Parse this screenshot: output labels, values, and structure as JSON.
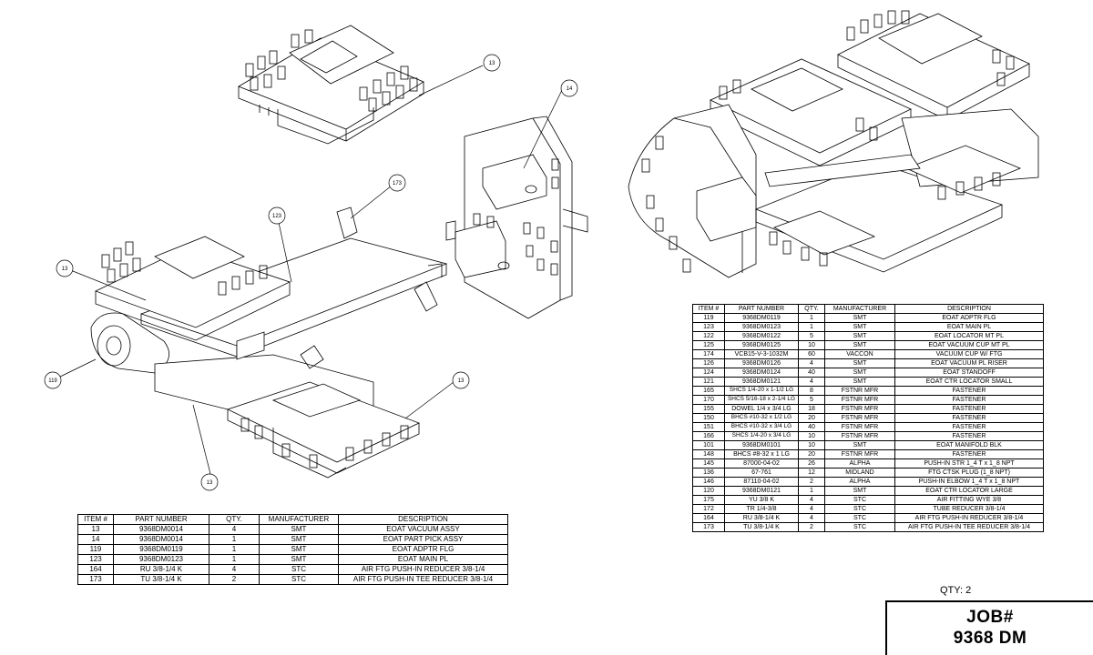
{
  "balloons": [
    "13",
    "14",
    "173",
    "123",
    "13",
    "119",
    "13",
    "13"
  ],
  "left_bom": {
    "headers": [
      "ITEM #",
      "PART NUMBER",
      "QTY.",
      "MANUFACTURER",
      "DESCRIPTION"
    ],
    "rows": [
      [
        "13",
        "9368DM0014",
        "4",
        "SMT",
        "EOAT VACUUM ASSY"
      ],
      [
        "14",
        "9368DM0014",
        "1",
        "SMT",
        "EOAT PART PICK ASSY"
      ],
      [
        "119",
        "9368DM0119",
        "1",
        "SMT",
        "EOAT ADPTR FLG"
      ],
      [
        "123",
        "9368DM0123",
        "1",
        "SMT",
        "EOAT MAIN PL"
      ],
      [
        "164",
        "RU 3/8-1/4 K",
        "4",
        "STC",
        "AIR FTG PUSH-IN REDUCER 3/8-1/4"
      ],
      [
        "173",
        "TU 3/8-1/4 K",
        "2",
        "STC",
        "AIR FTG PUSH-IN TEE REDUCER 3/8-1/4"
      ]
    ]
  },
  "right_bom": {
    "headers": [
      "ITEM #",
      "PART NUMBER",
      "QTY.",
      "MANUFACTURER",
      "DESCRIPTION"
    ],
    "rows": [
      [
        "119",
        "9368DM0119",
        "1",
        "SMT",
        "EOAT ADPTR FLG"
      ],
      [
        "123",
        "9368DM0123",
        "1",
        "SMT",
        "EOAT MAIN PL"
      ],
      [
        "122",
        "9368DM0122",
        "5",
        "SMT",
        "EOAT LOCATOR MT PL"
      ],
      [
        "125",
        "9368DM0125",
        "10",
        "SMT",
        "EOAT VACUUM CUP MT PL"
      ],
      [
        "174",
        "VCB15-V-3-1032M",
        "60",
        "VACCON",
        "VACUUM CUP W/ FTG"
      ],
      [
        "126",
        "9368DM0126",
        "4",
        "SMT",
        "EOAT VACUUM PL RISER"
      ],
      [
        "124",
        "9368DM0124",
        "40",
        "SMT",
        "EOAT STANDOFF"
      ],
      [
        "121",
        "9368DM0121",
        "4",
        "SMT",
        "EOAT CTR LOCATOR SMALL"
      ],
      [
        "165",
        "SHCS 1/4-20 x 1-1/2 LG",
        "8",
        "FSTNR MFR",
        "FASTENER"
      ],
      [
        "170",
        "SHCS 5/16-18 x 2-1/4 LG",
        "5",
        "FSTNR MFR",
        "FASTENER"
      ],
      [
        "155",
        "DOWEL 1/4 x 3/4 LG",
        "18",
        "FSTNR MFR",
        "FASTENER"
      ],
      [
        "150",
        "BHCS #10-32 x 1/2 LG",
        "20",
        "FSTNR MFR",
        "FASTENER"
      ],
      [
        "151",
        "BHCS #10-32 x 3/4 LG",
        "40",
        "FSTNR MFR",
        "FASTENER"
      ],
      [
        "166",
        "SHCS 1/4-20 x 3/4 LG",
        "10",
        "FSTNR MFR",
        "FASTENER"
      ],
      [
        "101",
        "9368DM0101",
        "10",
        "SMT",
        "EOAT MANIFOLD BLK"
      ],
      [
        "148",
        "BHCS #8-32 x 1 LG",
        "20",
        "FSTNR MFR",
        "FASTENER"
      ],
      [
        "145",
        "87000-04-02",
        "26",
        "ALPHA",
        "PUSH-IN STR 1_4 T x 1_8 NPT"
      ],
      [
        "136",
        "67-761",
        "12",
        "MIDLAND",
        "FTG CTSK PLUG (1_8 NPT)"
      ],
      [
        "146",
        "87110-04-02",
        "2",
        "ALPHA",
        "PUSH-IN ELBOW 1_4 T x 1_8 NPT"
      ],
      [
        "120",
        "9368DM0121",
        "1",
        "SMT",
        "EOAT CTR LOCATOR LARGE"
      ],
      [
        "175",
        "YU 3/8 K",
        "4",
        "STC",
        "AIR FITTING WYE 3/8"
      ],
      [
        "172",
        "TR 1/4-3/8",
        "4",
        "STC",
        "TUBE REDUCER 3/8-1/4"
      ],
      [
        "164",
        "RU 3/8-1/4 K",
        "4",
        "STC",
        "AIR FTG PUSH-IN REDUCER 3/8-1/4"
      ],
      [
        "173",
        "TU 3/8-1/4 K",
        "2",
        "STC",
        "AIR FTG PUSH-IN TEE REDUCER 3/8-1/4"
      ]
    ]
  },
  "title_block": {
    "qty_label": "QTY: 2",
    "job_title": "JOB#",
    "job_number": "9368 DM"
  }
}
